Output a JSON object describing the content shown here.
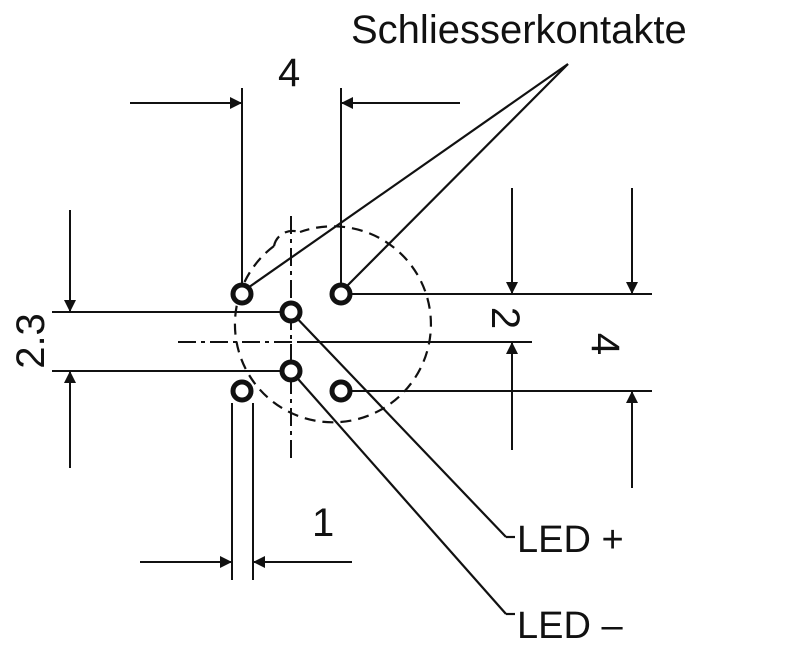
{
  "labels": {
    "contacts": "Schliesserkontakte",
    "led_plus": "LED +",
    "led_minus": "LED –"
  },
  "dimensions": {
    "top_width": "4",
    "right_inner": "2",
    "right_outer": "4",
    "left_height": "2.3",
    "bottom_width": "1"
  },
  "colors": {
    "ink": "#111111",
    "background": "#ffffff"
  }
}
